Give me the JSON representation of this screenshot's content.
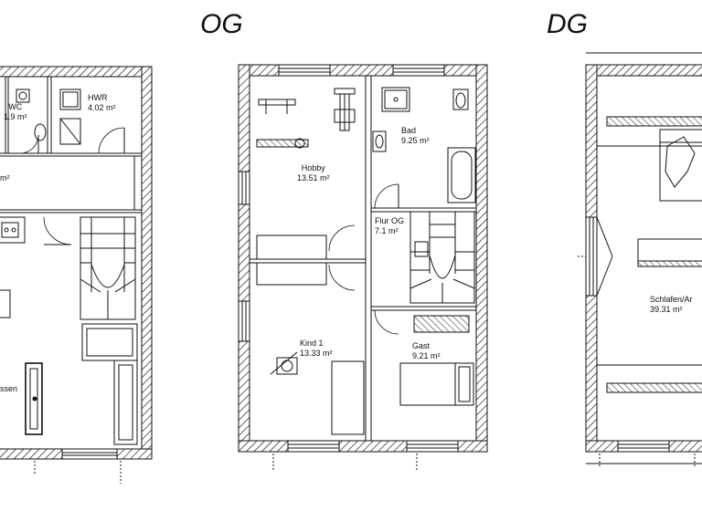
{
  "floors": [
    {
      "title": "",
      "rooms": [
        {
          "name": "WC",
          "area": "1.9 m²"
        },
        {
          "name": "HWR",
          "area": "4.02 m²"
        },
        {
          "name": "",
          "area": "m²"
        },
        {
          "name": "ssen",
          "area": ""
        }
      ]
    },
    {
      "title": "OG",
      "rooms": [
        {
          "name": "Bad",
          "area": "9.25 m²"
        },
        {
          "name": "Hobby",
          "area": "13.51 m²"
        },
        {
          "name": "Flur OG",
          "area": "7.1 m²"
        },
        {
          "name": "Kind 1",
          "area": "13.33 m²"
        },
        {
          "name": "Gast",
          "area": "9.21 m²"
        }
      ]
    },
    {
      "title": "DG",
      "rooms": [
        {
          "name": "Schlafen/Ar",
          "area": "39.31 m²"
        }
      ]
    }
  ]
}
